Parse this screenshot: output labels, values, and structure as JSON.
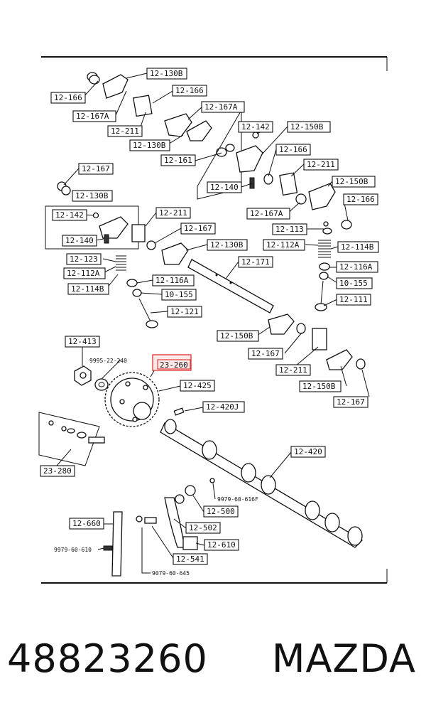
{
  "caption": {
    "part_number": "48823260",
    "brand": "MAZDA"
  },
  "highlighted_label": "23-260",
  "labels": [
    {
      "id": "l1",
      "text": "12-130B"
    },
    {
      "id": "l2",
      "text": "12-166"
    },
    {
      "id": "l3",
      "text": "12-166"
    },
    {
      "id": "l4",
      "text": "12-167A"
    },
    {
      "id": "l5",
      "text": "12-167A"
    },
    {
      "id": "l6",
      "text": "12-211"
    },
    {
      "id": "l7",
      "text": "12-130B"
    },
    {
      "id": "l8",
      "text": "12-161"
    },
    {
      "id": "l9",
      "text": "12-142"
    },
    {
      "id": "l10",
      "text": "12-150B"
    },
    {
      "id": "l11",
      "text": "12-166"
    },
    {
      "id": "l12",
      "text": "12-211"
    },
    {
      "id": "l13",
      "text": "12-140"
    },
    {
      "id": "l14",
      "text": "12-150B"
    },
    {
      "id": "l15",
      "text": "12-166"
    },
    {
      "id": "l16",
      "text": "12-167A"
    },
    {
      "id": "l17",
      "text": "12-167"
    },
    {
      "id": "l18",
      "text": "12-130B"
    },
    {
      "id": "l19",
      "text": "12-142"
    },
    {
      "id": "l20",
      "text": "12-211"
    },
    {
      "id": "l21",
      "text": "12-167"
    },
    {
      "id": "l22",
      "text": "12-140"
    },
    {
      "id": "l23",
      "text": "12-130B"
    },
    {
      "id": "l24",
      "text": "12-113"
    },
    {
      "id": "l25",
      "text": "12-112A"
    },
    {
      "id": "l26",
      "text": "12-114B"
    },
    {
      "id": "l27",
      "text": "12-123"
    },
    {
      "id": "l28",
      "text": "12-171"
    },
    {
      "id": "l29",
      "text": "12-116A"
    },
    {
      "id": "l30",
      "text": "12-112A"
    },
    {
      "id": "l31",
      "text": "12-116A"
    },
    {
      "id": "l32",
      "text": "12-114B"
    },
    {
      "id": "l33",
      "text": "10-155"
    },
    {
      "id": "l34",
      "text": "10-155"
    },
    {
      "id": "l35",
      "text": "12-111"
    },
    {
      "id": "l36",
      "text": "12-121"
    },
    {
      "id": "l37",
      "text": "12-150B"
    },
    {
      "id": "l38",
      "text": "12-413"
    },
    {
      "id": "l39",
      "text": "12-167"
    },
    {
      "id": "l40",
      "text": "23-260"
    },
    {
      "id": "l41",
      "text": "12-211"
    },
    {
      "id": "l42",
      "text": "12-425"
    },
    {
      "id": "l43",
      "text": "12-150B"
    },
    {
      "id": "l44",
      "text": "12-167"
    },
    {
      "id": "l45",
      "text": "12-420J"
    },
    {
      "id": "l46",
      "text": "12-420"
    },
    {
      "id": "l47",
      "text": "23-280"
    },
    {
      "id": "l48",
      "text": "12-500"
    },
    {
      "id": "l49",
      "text": "12-660"
    },
    {
      "id": "l50",
      "text": "12-502"
    },
    {
      "id": "l51",
      "text": "12-610"
    },
    {
      "id": "l52",
      "text": "12-541"
    }
  ],
  "plain_labels": [
    {
      "id": "p1",
      "text": "9995-22-240"
    },
    {
      "id": "p2",
      "text": "9979-60-616F"
    },
    {
      "id": "p3",
      "text": "9979-60-610"
    },
    {
      "id": "p4",
      "text": "9079-60-645"
    }
  ]
}
